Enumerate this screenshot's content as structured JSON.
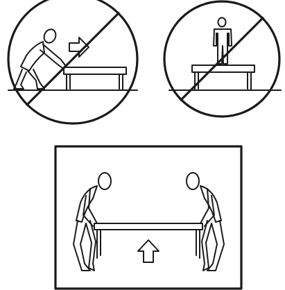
{
  "panels": [
    {
      "id": "no-pushing-table",
      "kind": "prohibited",
      "icon": "person-pushing-table-icon"
    },
    {
      "id": "no-standing-on-table",
      "kind": "prohibited",
      "icon": "person-standing-on-table-icon"
    },
    {
      "id": "two-person-lift",
      "kind": "recommended",
      "icon": "two-people-lifting-table-icon"
    }
  ],
  "colors": {
    "line": "#1a1a1a",
    "background": "#ffffff"
  }
}
